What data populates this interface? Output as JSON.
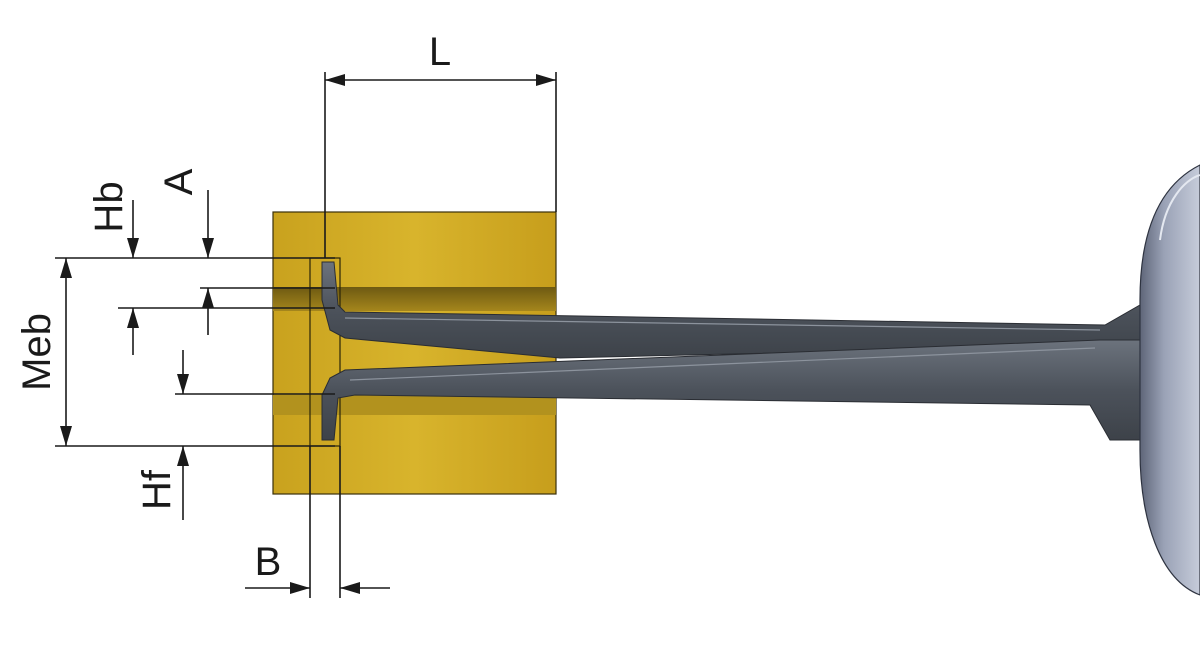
{
  "labels": {
    "L": "L",
    "Hb": "Hb",
    "A": "A",
    "Meb": "Meb",
    "Hf": "Hf",
    "B": "B"
  },
  "colors": {
    "workpiece": "#c8a020",
    "workpiece_dark": "#7a6410",
    "tool": "#5a6068",
    "tool_light": "#7d8590",
    "handle": "#8a93a6",
    "handle_light": "#c3c9d8"
  }
}
